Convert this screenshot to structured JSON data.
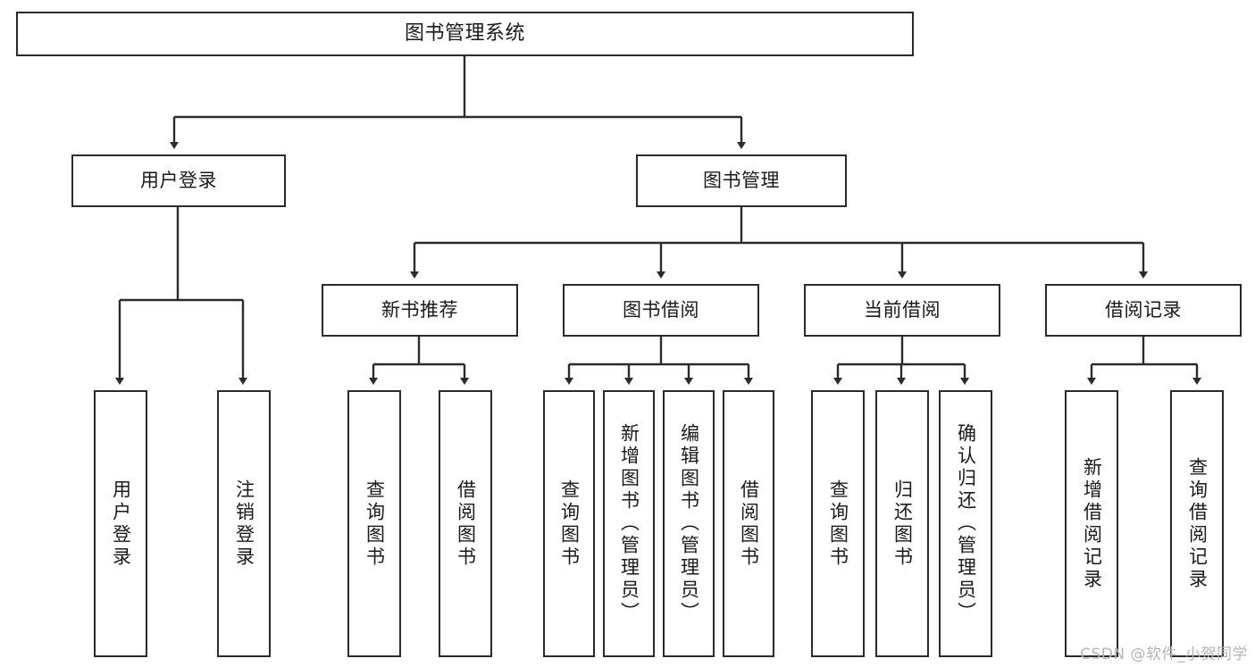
{
  "diagram": {
    "title": "图书管理系统",
    "style": {
      "box_stroke": "#2b2b2b",
      "box_fill": "#ffffff",
      "edge_color": "#2b2b2b",
      "text_color": "#1a1a1a",
      "background": "#ffffff",
      "watermark_color": "#b6b6b6"
    },
    "watermark": "CSDN @软件_小贺同学",
    "nodes": {
      "root": {
        "label": "图书管理系统"
      },
      "level2": [
        {
          "id": "user-login",
          "label": "用户登录"
        },
        {
          "id": "book-management",
          "label": "图书管理"
        }
      ],
      "level3": [
        {
          "id": "new-book-recommend",
          "label": "新书推荐"
        },
        {
          "id": "book-borrow",
          "label": "图书借阅"
        },
        {
          "id": "current-borrow",
          "label": "当前借阅"
        },
        {
          "id": "borrow-record",
          "label": "借阅记录"
        }
      ],
      "leaves": {
        "user-login": [
          {
            "id": "leaf-user-login",
            "label": "用户登录"
          },
          {
            "id": "leaf-user-logout",
            "label": "注销登录"
          }
        ],
        "new-book-recommend": [
          {
            "id": "leaf-query-book-1",
            "label": "查询图书"
          },
          {
            "id": "leaf-borrow-book-1",
            "label": "借阅图书"
          }
        ],
        "book-borrow": [
          {
            "id": "leaf-query-book-2",
            "label": "查询图书"
          },
          {
            "id": "leaf-add-book",
            "label": "新增图书（管理员）"
          },
          {
            "id": "leaf-edit-book",
            "label": "编辑图书（管理员）"
          },
          {
            "id": "leaf-borrow-book-2",
            "label": "借阅图书"
          }
        ],
        "current-borrow": [
          {
            "id": "leaf-query-book-3",
            "label": "查询图书"
          },
          {
            "id": "leaf-return-book",
            "label": "归还图书"
          },
          {
            "id": "leaf-confirm-return",
            "label": "确认归还（管理员）"
          }
        ],
        "borrow-record": [
          {
            "id": "leaf-add-record",
            "label": "新增借阅记录"
          },
          {
            "id": "leaf-query-record",
            "label": "查询借阅记录"
          }
        ]
      }
    }
  }
}
